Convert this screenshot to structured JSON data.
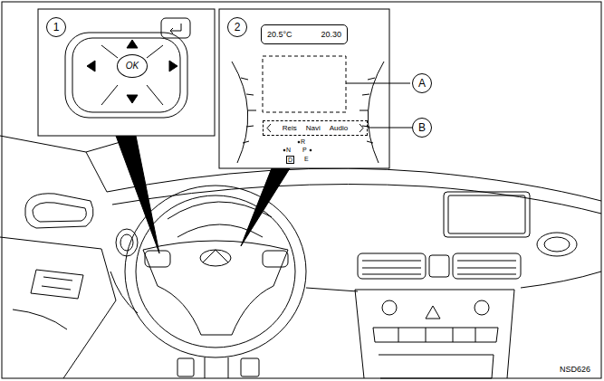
{
  "diagram": {
    "nodes": [
      {
        "text": [
          "1"
        ]
      },
      {
        "text": [
          "OK"
        ]
      },
      {
        "text": [
          "2"
        ]
      },
      {
        "text": [
          "20.5°C",
          "20.30"
        ]
      },
      {
        "text": [
          "A"
        ]
      },
      {
        "text": [
          "Reis",
          "Navi",
          "Audio"
        ]
      },
      {
        "text": [
          "B"
        ]
      }
    ],
    "edges": [
      {
        "from": 6,
        "to": 5,
        "arrow": "none"
      }
    ],
    "labels": [
      "R",
      "N",
      "P",
      "D",
      "E",
      "NSD626"
    ]
  }
}
